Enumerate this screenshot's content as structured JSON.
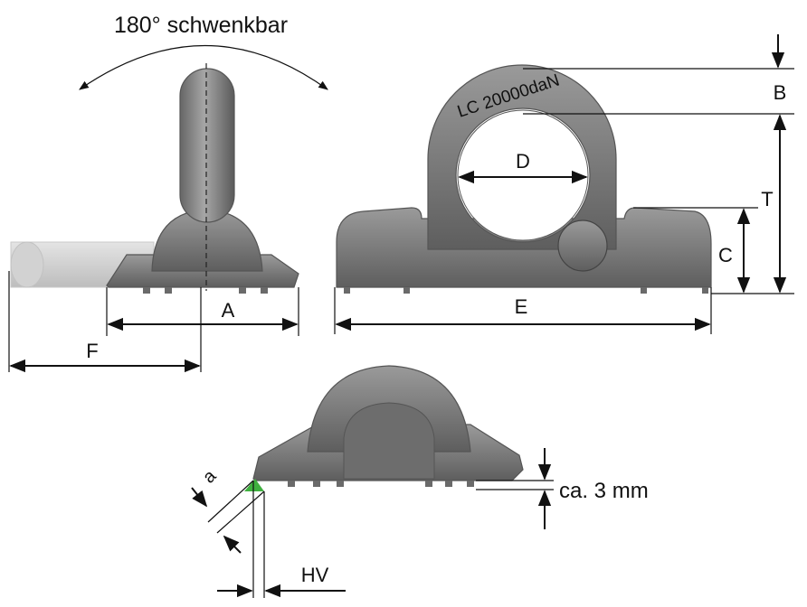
{
  "swivel_label": "180° schwenkbar",
  "eye_marking": "LC 20000daN",
  "dimension_labels": {
    "A": "A",
    "B": "B",
    "C": "C",
    "D": "D",
    "E": "E",
    "F": "F",
    "T": "T",
    "a": "a",
    "HV": "HV",
    "gap": "ca. 3 mm"
  },
  "colors": {
    "metal_light": "#9a9a9a",
    "metal_dark": "#5e5e5e",
    "weld_marker": "#3fb03f",
    "line": "#111111"
  }
}
